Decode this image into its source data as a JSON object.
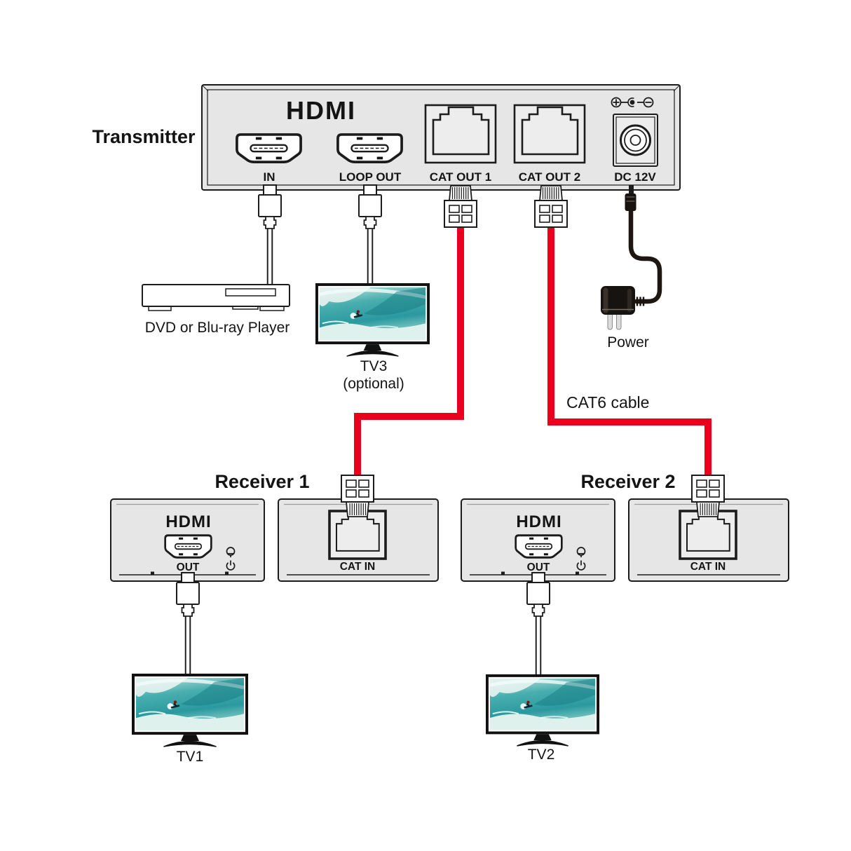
{
  "transmitter": {
    "label": "Transmitter",
    "logo": "HDMI",
    "ports": {
      "in": "IN",
      "loop_out": "LOOP OUT",
      "cat_out_1": "CAT OUT 1",
      "cat_out_2": "CAT OUT 2",
      "dc": "DC 12V"
    }
  },
  "source_device": {
    "label": "DVD or Blu-ray Player"
  },
  "tv3": {
    "label": "TV3",
    "note": "(optional)"
  },
  "power": {
    "label": "Power"
  },
  "cat_cable": {
    "label": "CAT6 cable"
  },
  "receiver1": {
    "label": "Receiver 1",
    "logo": "HDMI",
    "out": "OUT",
    "cat_in": "CAT IN"
  },
  "receiver2": {
    "label": "Receiver 2",
    "logo": "HDMI",
    "out": "OUT",
    "cat_in": "CAT IN"
  },
  "tv1": {
    "label": "TV1"
  },
  "tv2": {
    "label": "TV2"
  },
  "colors": {
    "cat_cable": "#e8001d",
    "case_fill": "#e6e6e6",
    "outline": "#1c1c1c",
    "power_cable": "#1d1611"
  }
}
